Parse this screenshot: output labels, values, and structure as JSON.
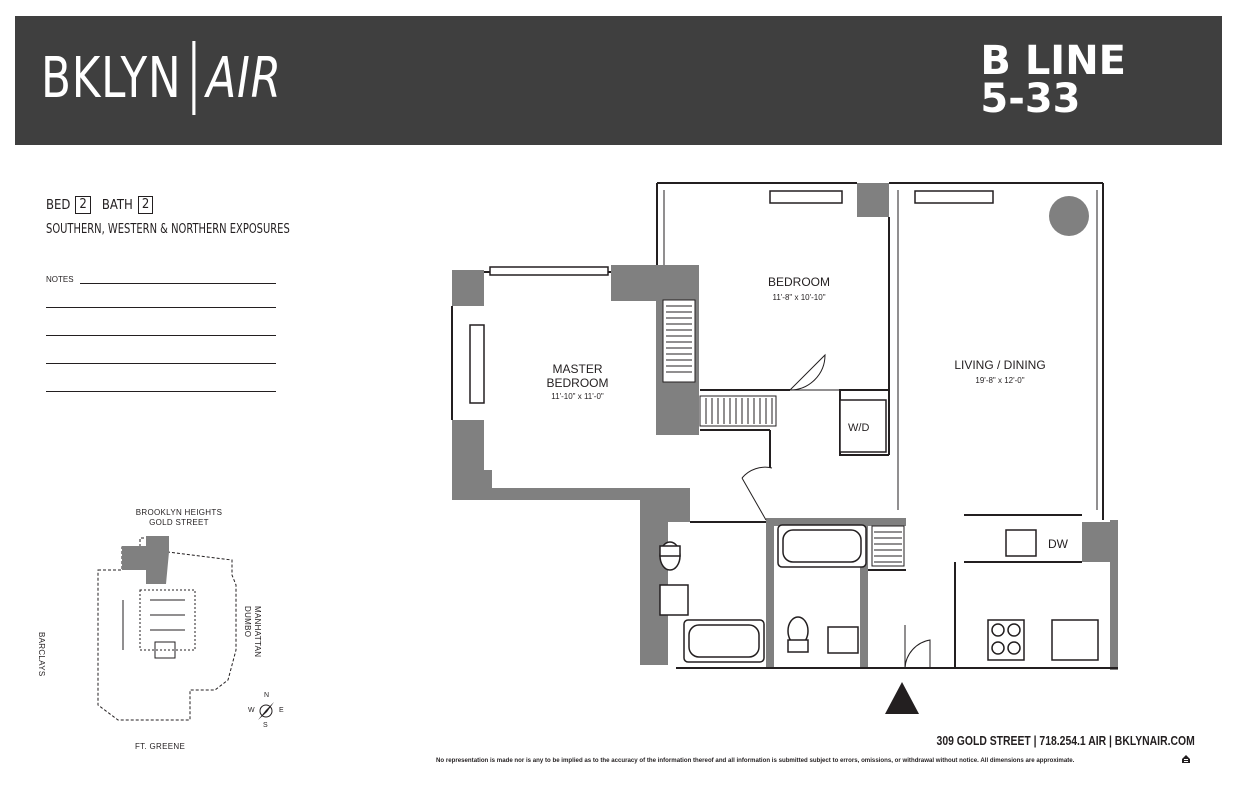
{
  "header": {
    "brand_left": "BKLYN",
    "brand_right": "AIR",
    "line_title": "B LINE",
    "line_floors": "5-33",
    "bg_color": "#3f3f3f"
  },
  "unit_info": {
    "bed_label": "BED",
    "bed_count": "2",
    "bath_label": "BATH",
    "bath_count": "2",
    "exposures": "SOUTHERN, WESTERN & NORTHERN EXPOSURES",
    "notes_label": "NOTES"
  },
  "keymap": {
    "top_label_1": "BROOKLYN HEIGHTS",
    "top_label_2": "GOLD STREET",
    "left_label": "BARCLAYS",
    "right_label_1": "MANHATTAN",
    "right_label_2": "DUMBO",
    "bottom_label": "FT. GREENE",
    "compass_n": "N",
    "compass_s": "S",
    "compass_e": "E",
    "compass_w": "W"
  },
  "rooms": {
    "master_bedroom_line1": "MASTER",
    "master_bedroom_line2": "BEDROOM",
    "master_bedroom_dims": "11'-10\" x 11'-0\"",
    "bedroom_name": "BEDROOM",
    "bedroom_dims": "11'-8\" x 10'-10\"",
    "living_name": "LIVING / DINING",
    "living_dims": "19'-8\" x 12'-0\"",
    "wd_label": "W/D",
    "dw_label": "DW"
  },
  "footer": {
    "address": "309 GOLD STREET | 718.254.1 AIR | BKLYNAIR.COM",
    "disclaimer": "No representation is made nor is any to be implied as to the accuracy of the information thereof and all information is submitted subject to errors, omissions, or withdrawal without notice. All dimensions are approximate."
  },
  "colors": {
    "wall": "#808080",
    "ink": "#231f20"
  }
}
